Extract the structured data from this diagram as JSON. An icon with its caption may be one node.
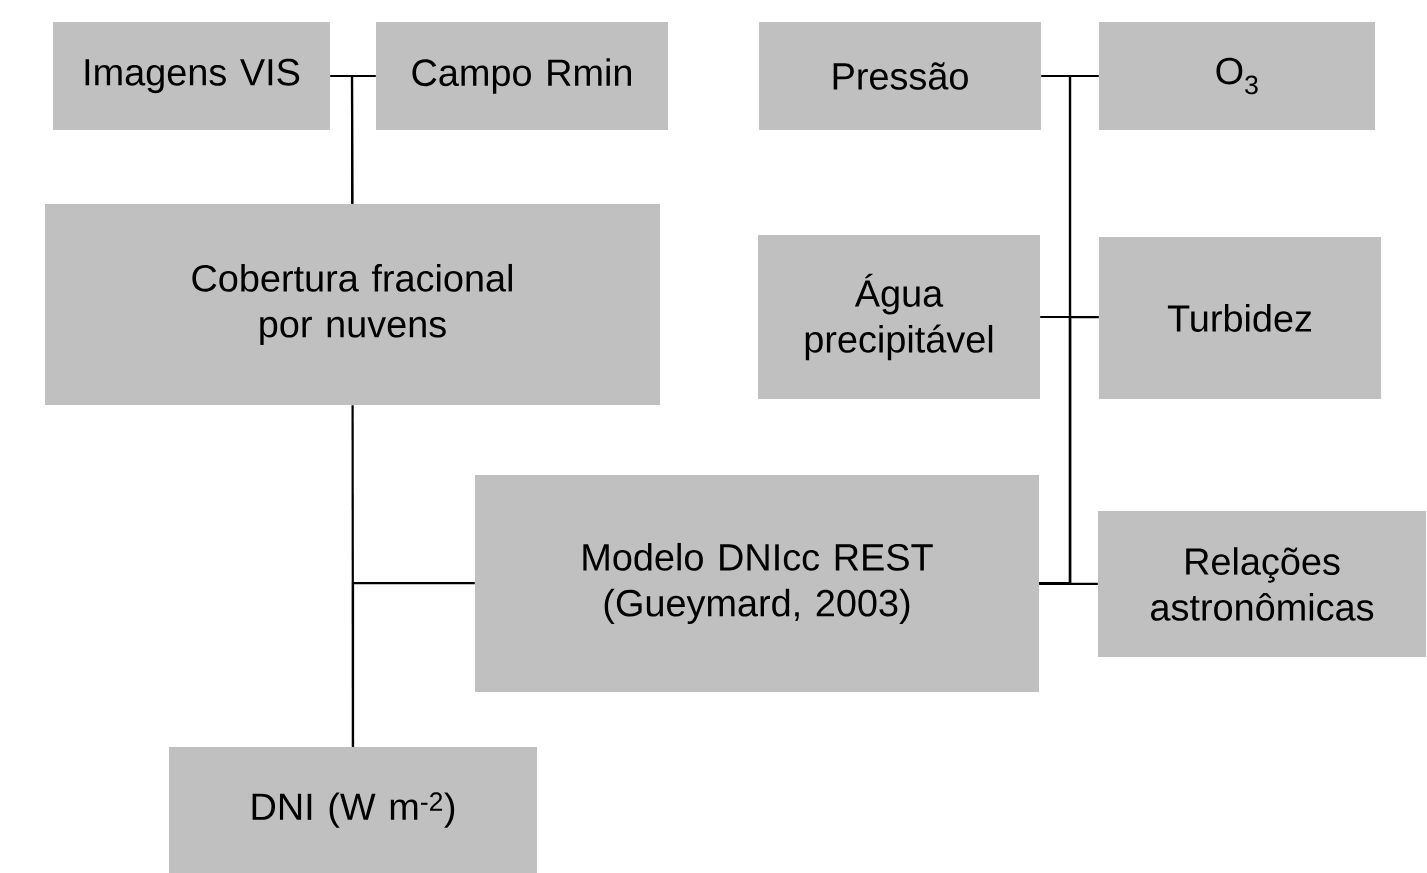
{
  "diagram": {
    "nodes": [
      {
        "text": [
          "Imagens VIS"
        ]
      },
      {
        "text": [
          "Campo Rmin"
        ]
      },
      {
        "text": [
          "Pressão"
        ]
      },
      {
        "text": [
          "O$_{3}$"
        ]
      },
      {
        "text": [
          "Cobertura fracional por nuvens"
        ]
      },
      {
        "text": [
          "Água precipitável"
        ]
      },
      {
        "text": [
          "Turbidez"
        ]
      },
      {
        "text": [
          "Modelo DNIcc REST (Gueymard, 2003)"
        ]
      },
      {
        "text": [
          "Relações astronômicas"
        ]
      },
      {
        "text": [
          "DNI (W m$^{-2}$)"
        ]
      }
    ],
    "edges": [
      {
        "from": 0,
        "to": 4,
        "arrow": "none"
      },
      {
        "from": 1,
        "to": 4,
        "arrow": "none"
      },
      {
        "from": 4,
        "to": 9,
        "arrow": "none"
      },
      {
        "from": 7,
        "to": 9,
        "arrow": "none"
      },
      {
        "from": 2,
        "to": 7,
        "arrow": "none"
      },
      {
        "from": 3,
        "to": 7,
        "arrow": "none"
      },
      {
        "from": 5,
        "to": 7,
        "arrow": "none"
      },
      {
        "from": 6,
        "to": 7,
        "arrow": "none"
      },
      {
        "from": 8,
        "to": 7,
        "arrow": "none"
      }
    ]
  }
}
